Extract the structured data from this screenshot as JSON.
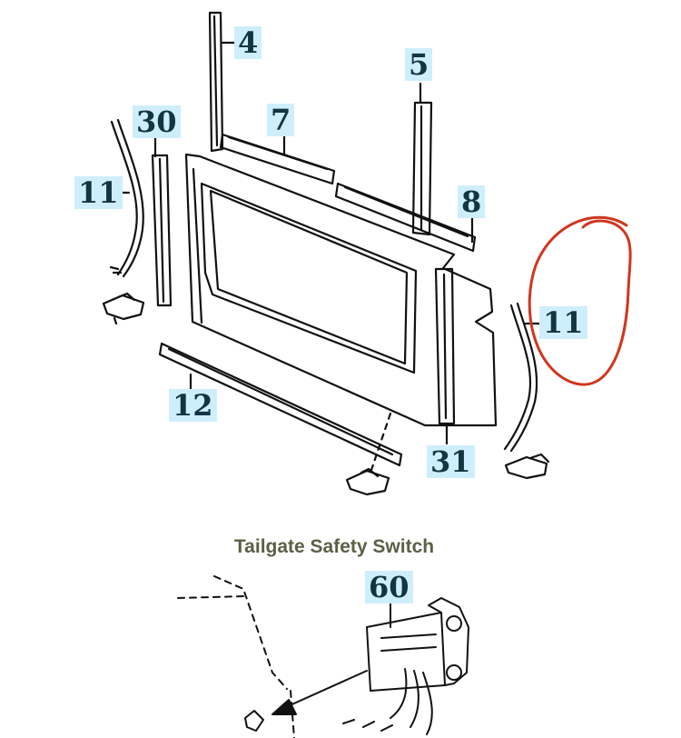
{
  "top_diagram": {
    "callouts": {
      "c4": "4",
      "c5": "5",
      "c7": "7",
      "c8": "8",
      "c30": "30",
      "c11_left": "11",
      "c11_right": "11",
      "c12": "12",
      "c31": "31"
    },
    "highlight_color": "#d0361f"
  },
  "bottom_section": {
    "title": "Tailgate Safety Switch",
    "callouts": {
      "c60": "60"
    }
  }
}
